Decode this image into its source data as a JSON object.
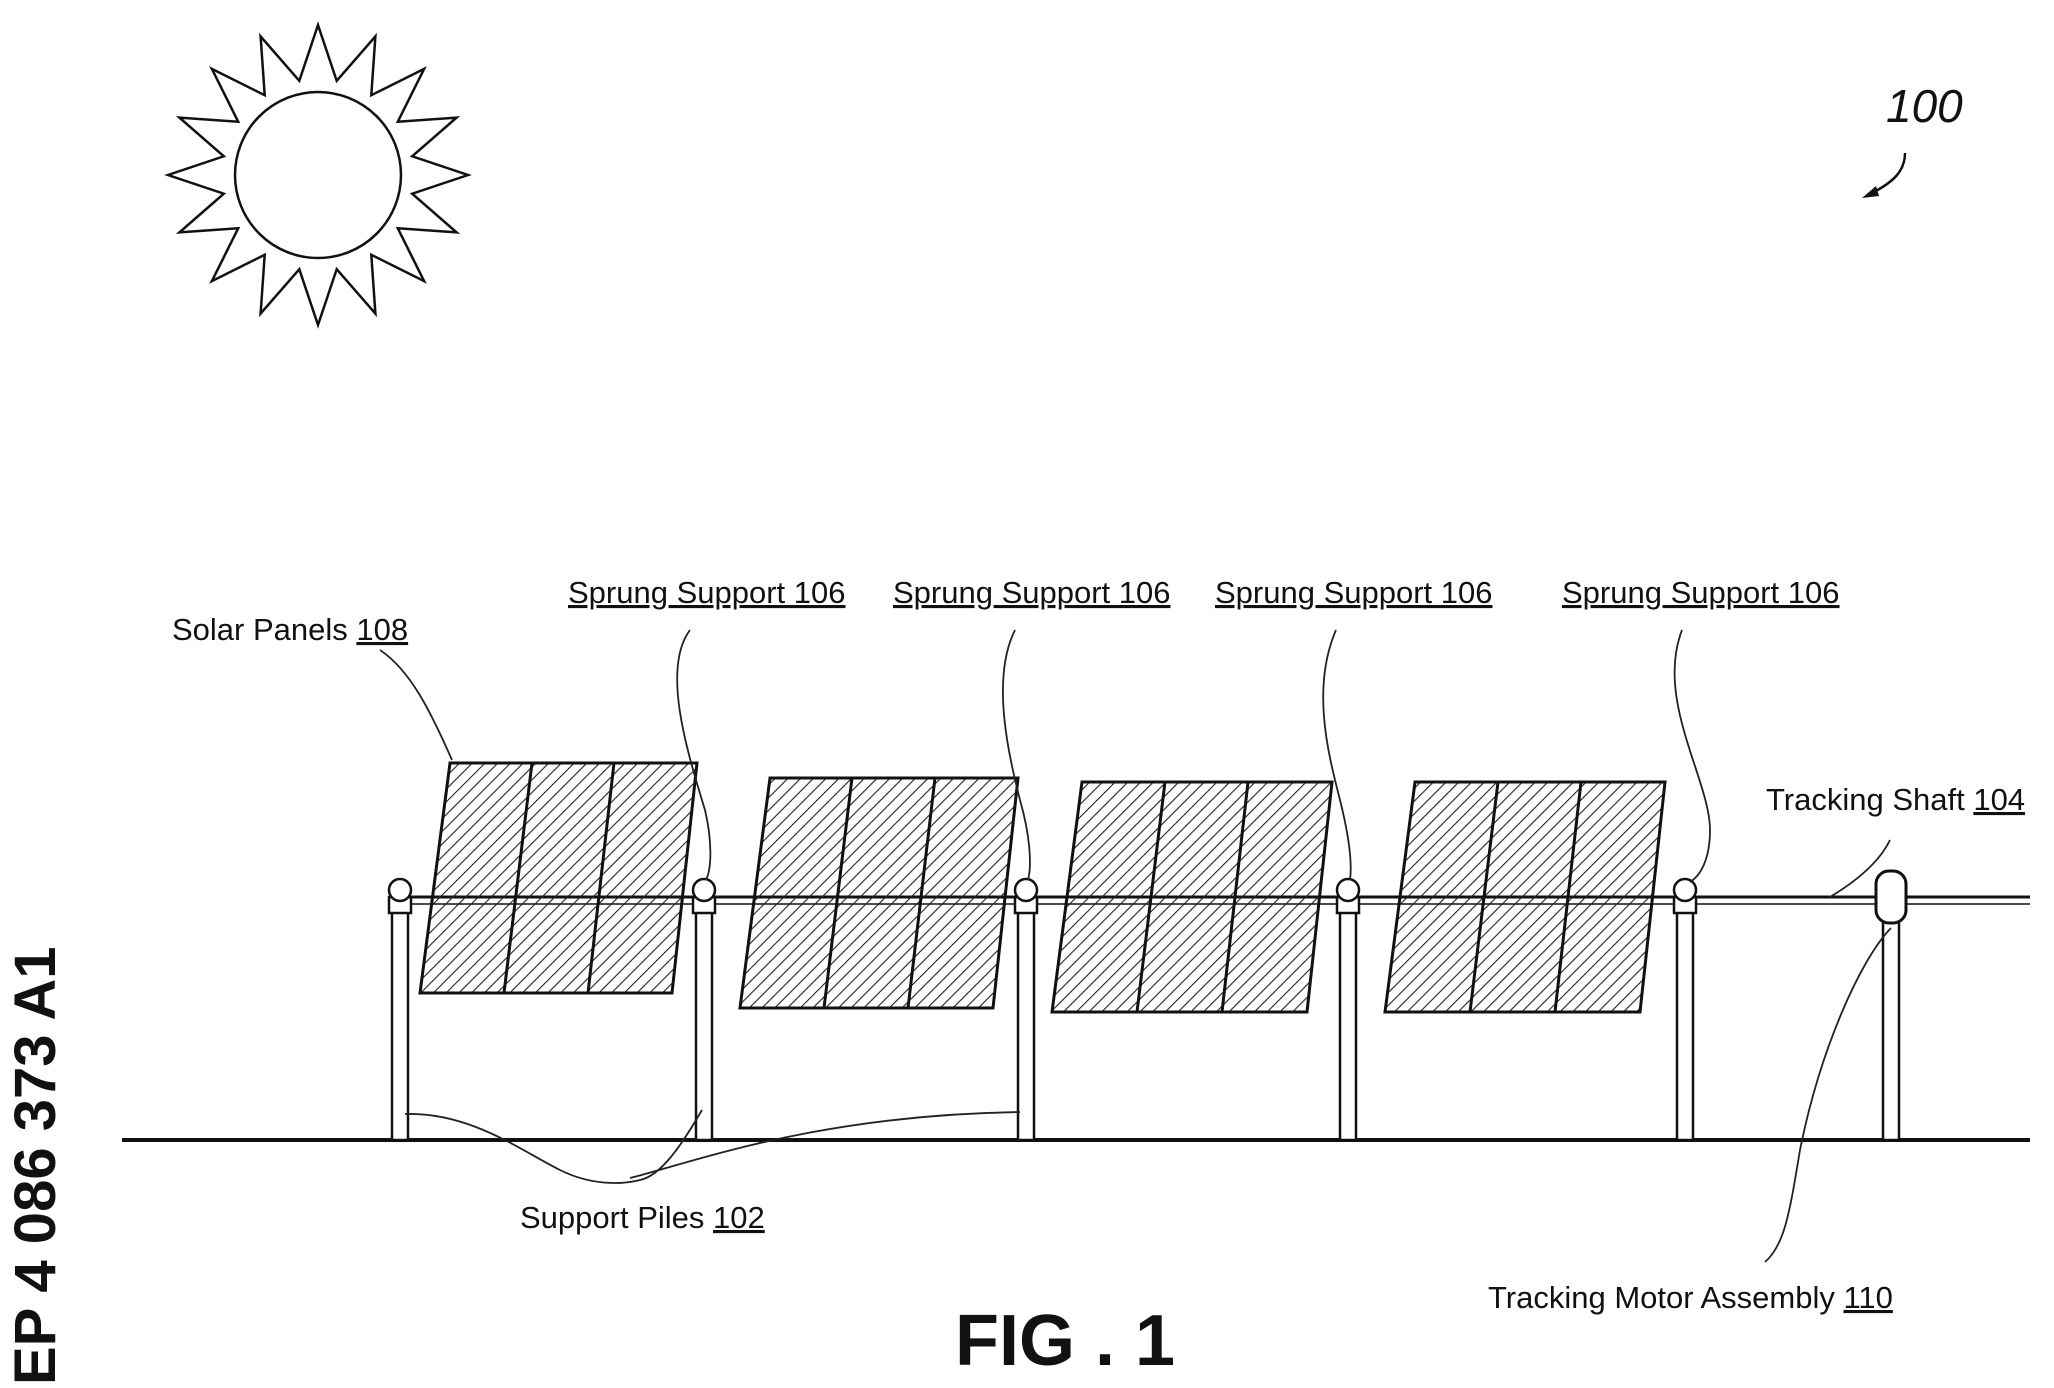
{
  "reference_number": "100",
  "figure_caption": "FIG . 1",
  "publication_number": "EP 4 086 373 A1",
  "labels": {
    "solar_panels": {
      "text": "Solar Panels ",
      "ref": "108"
    },
    "sprung_supports": [
      {
        "text": "Sprung Support 106"
      },
      {
        "text": "Sprung Support 106"
      },
      {
        "text": "Sprung Support 106"
      },
      {
        "text": "Sprung Support 106"
      }
    ],
    "tracking_shaft": {
      "text": "Tracking Shaft ",
      "ref": "104"
    },
    "support_piles": {
      "text": "Support Piles ",
      "ref": "102"
    },
    "tracking_motor": {
      "text": "Tracking Motor Assembly ",
      "ref": "110"
    }
  },
  "colors": {
    "ink": "#111111",
    "background": "#ffffff"
  },
  "icons": [
    "sun-icon"
  ]
}
